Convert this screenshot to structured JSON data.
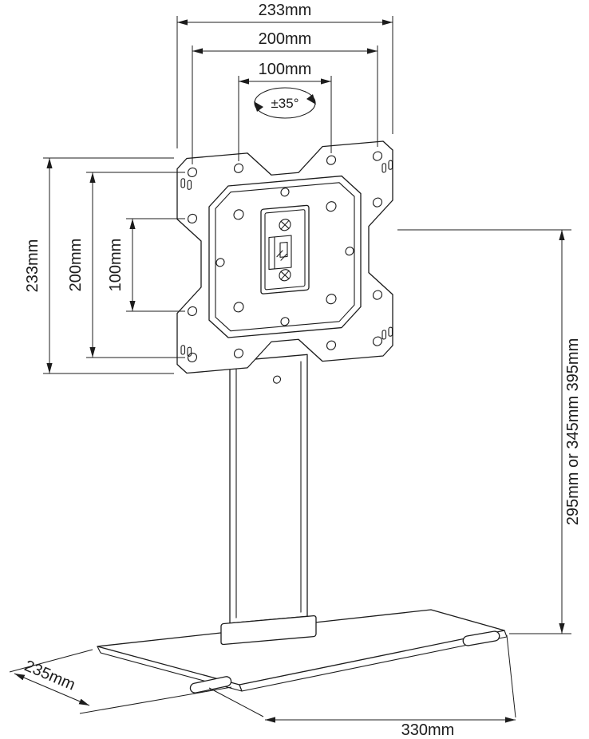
{
  "diagram": {
    "type": "technical-drawing",
    "subject": "monitor-desk-stand-vesa-mount",
    "line_color": "#1c1c1c",
    "background": "#ffffff",
    "dims": {
      "top_outer": "233mm",
      "top_mid": "200mm",
      "top_inner": "100mm",
      "tilt": "±35°",
      "left_outer": "233mm",
      "left_mid": "200mm",
      "left_inner": "100mm",
      "height_right": "295mm or 345mm 395mm",
      "base_depth": "235mm",
      "base_width": "330mm"
    }
  }
}
